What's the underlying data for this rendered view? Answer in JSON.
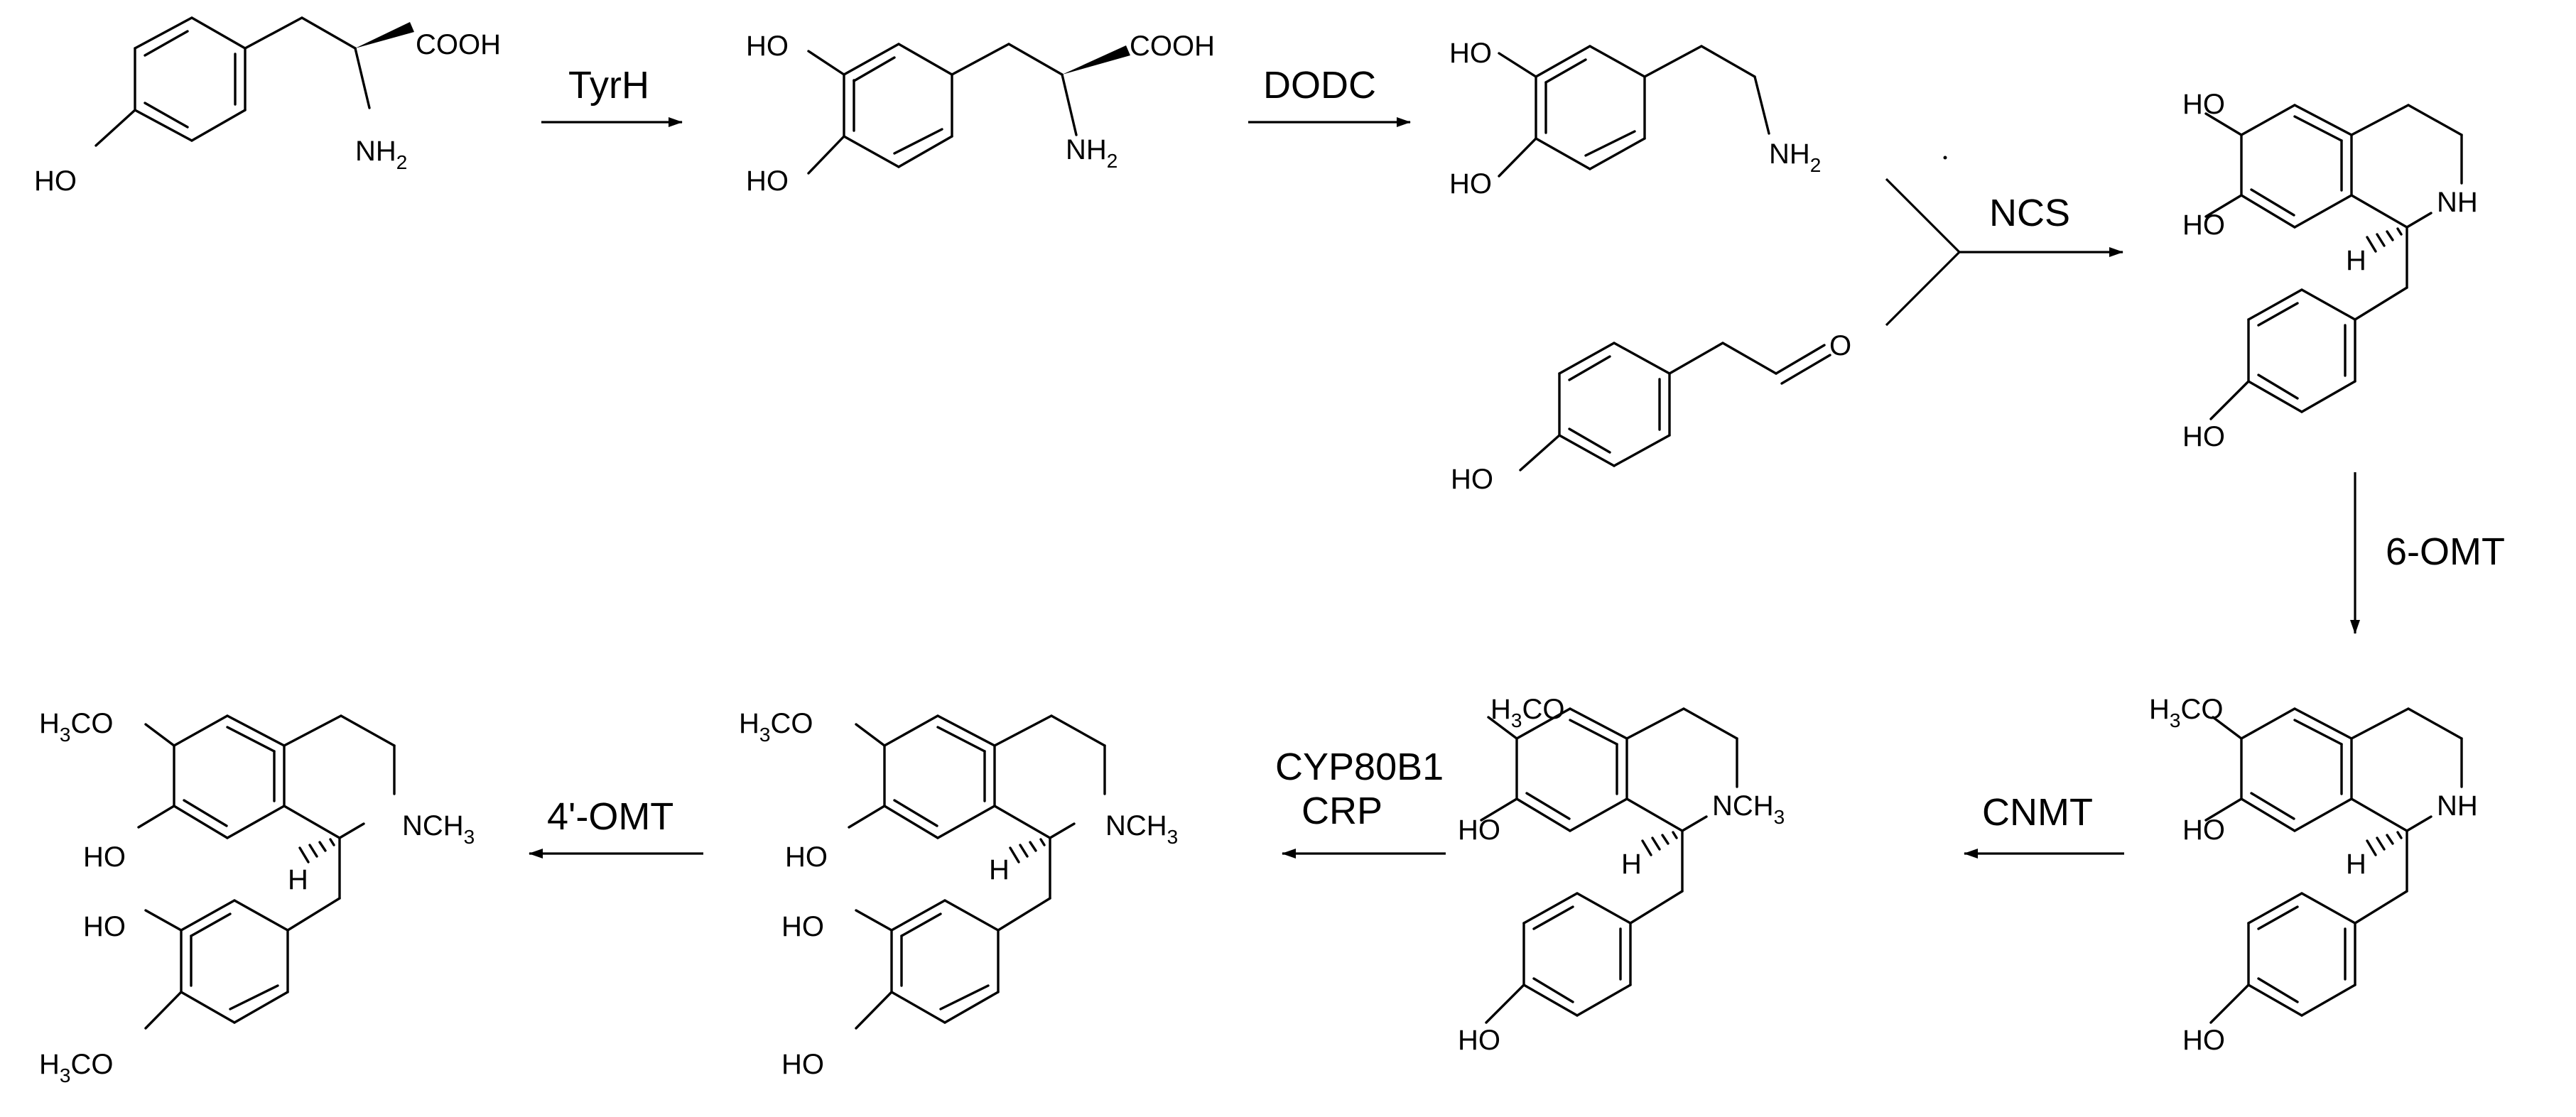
{
  "steps": {
    "s1": "TyrH",
    "s2": "DODC",
    "s3": "NCS",
    "s4": "6-OMT",
    "s5": "CNMT",
    "s6a": "CYP80B1",
    "s6b": "CRP",
    "s7": "4'-OMT"
  },
  "atoms": {
    "ho": "HO",
    "oh": "OH",
    "cooh": "COOH",
    "nh": "NH",
    "nh2_n": "NH",
    "nh2_sub": "2",
    "h": "H",
    "o": "O",
    "n": "N",
    "ch3_c": "CH",
    "ch3_sub": "3",
    "h3co_h": "H",
    "h3co_sub": "3",
    "h3co_co": "CO"
  }
}
